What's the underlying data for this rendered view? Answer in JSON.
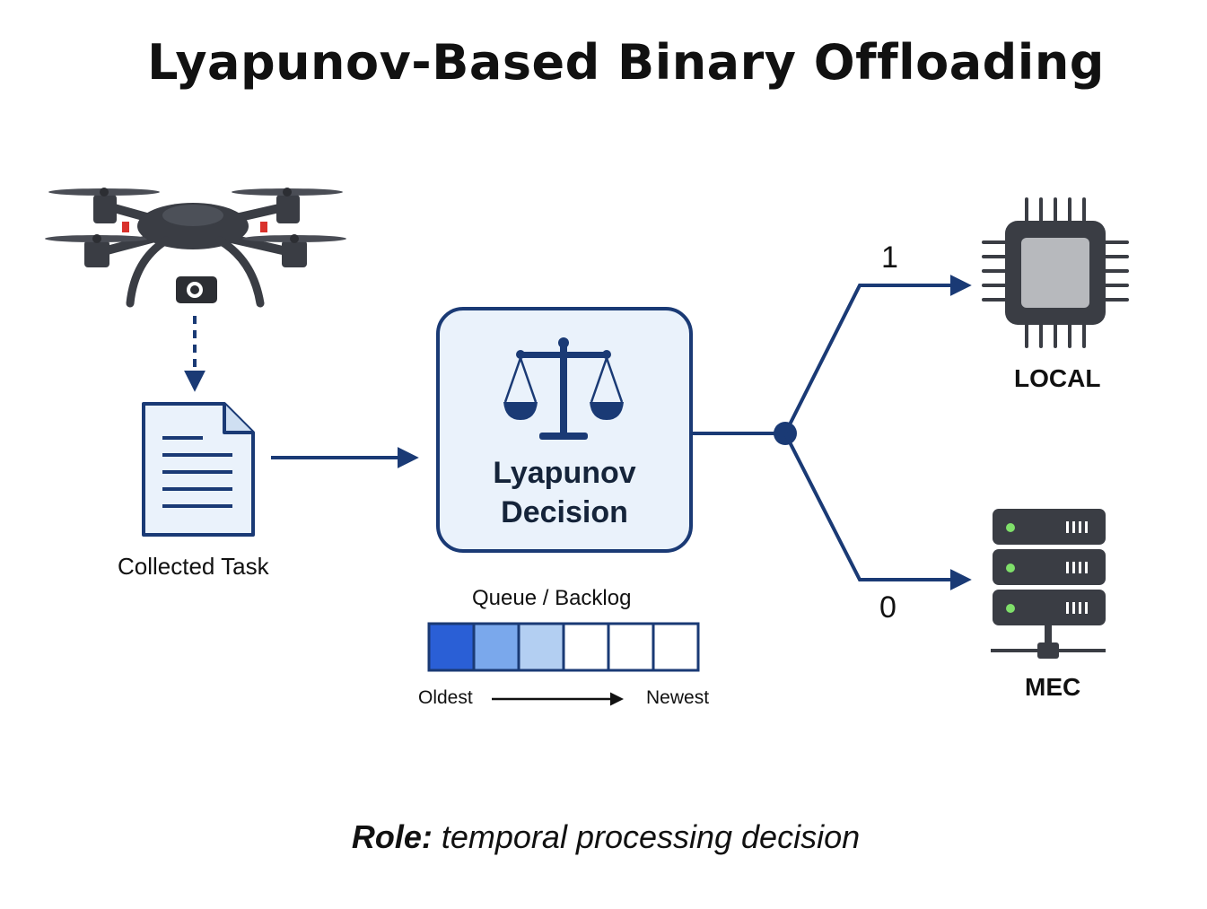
{
  "title": "Lyapunov-Based Binary Offloading",
  "task": {
    "label": "Collected Task"
  },
  "decision": {
    "line1": "Lyapunov",
    "line2": "Decision"
  },
  "queue": {
    "label": "Queue / Backlog",
    "oldest": "Oldest",
    "newest": "Newest",
    "cells": [
      "#2a5fd6",
      "#7aa8ec",
      "#b3cff2",
      "#ffffff",
      "#ffffff",
      "#ffffff"
    ]
  },
  "branches": {
    "local": {
      "value": "1",
      "label": "LOCAL"
    },
    "mec": {
      "value": "0",
      "label": "MEC"
    }
  },
  "role": {
    "prefix": "Role:",
    "text": "temporal processing decision"
  },
  "colors": {
    "accent": "#1a3a75",
    "box_fill": "#eaf2fb",
    "icon_dark": "#3a3d44"
  },
  "icons": [
    "drone-icon",
    "document-icon",
    "scales-icon",
    "chip-icon",
    "server-icon"
  ]
}
